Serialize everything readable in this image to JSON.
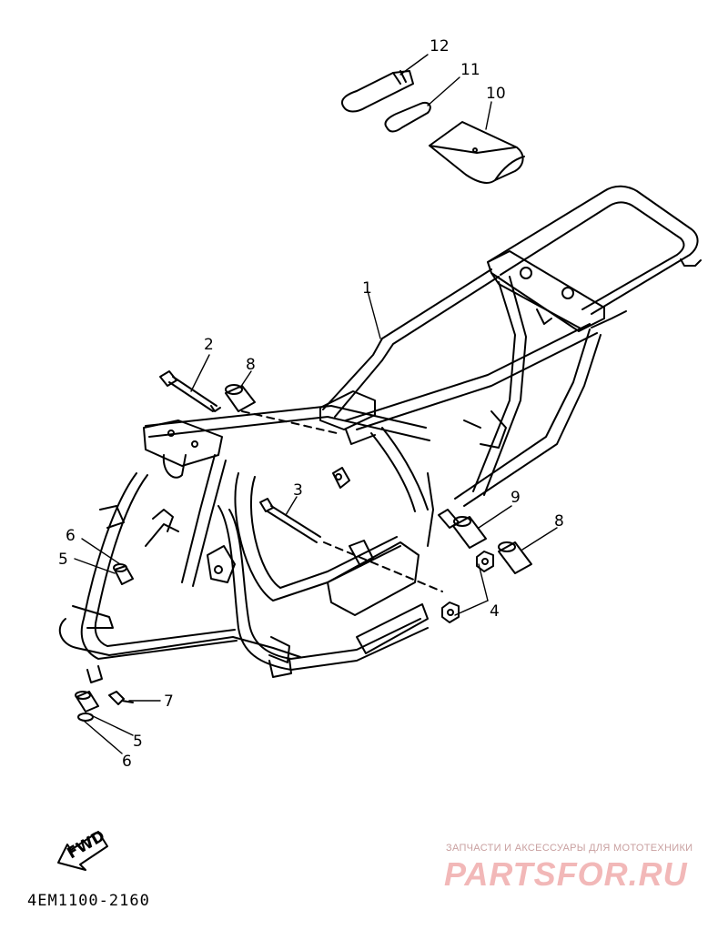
{
  "diagram": {
    "part_number": "4EM1100-2160",
    "fwd_arrow_label": "FWD",
    "callouts": [
      "12",
      "11",
      "10",
      "1",
      "2",
      "8",
      "3",
      "9",
      "8",
      "6",
      "5",
      "4",
      "7",
      "5",
      "6"
    ]
  },
  "watermark": {
    "tagline": "ЗАПЧАСТИ И АКСЕССУАРЫ ДЛЯ МОТОТЕХНИКИ",
    "logo": "PARTSFOR.RU",
    "color": "#e88a8a"
  }
}
